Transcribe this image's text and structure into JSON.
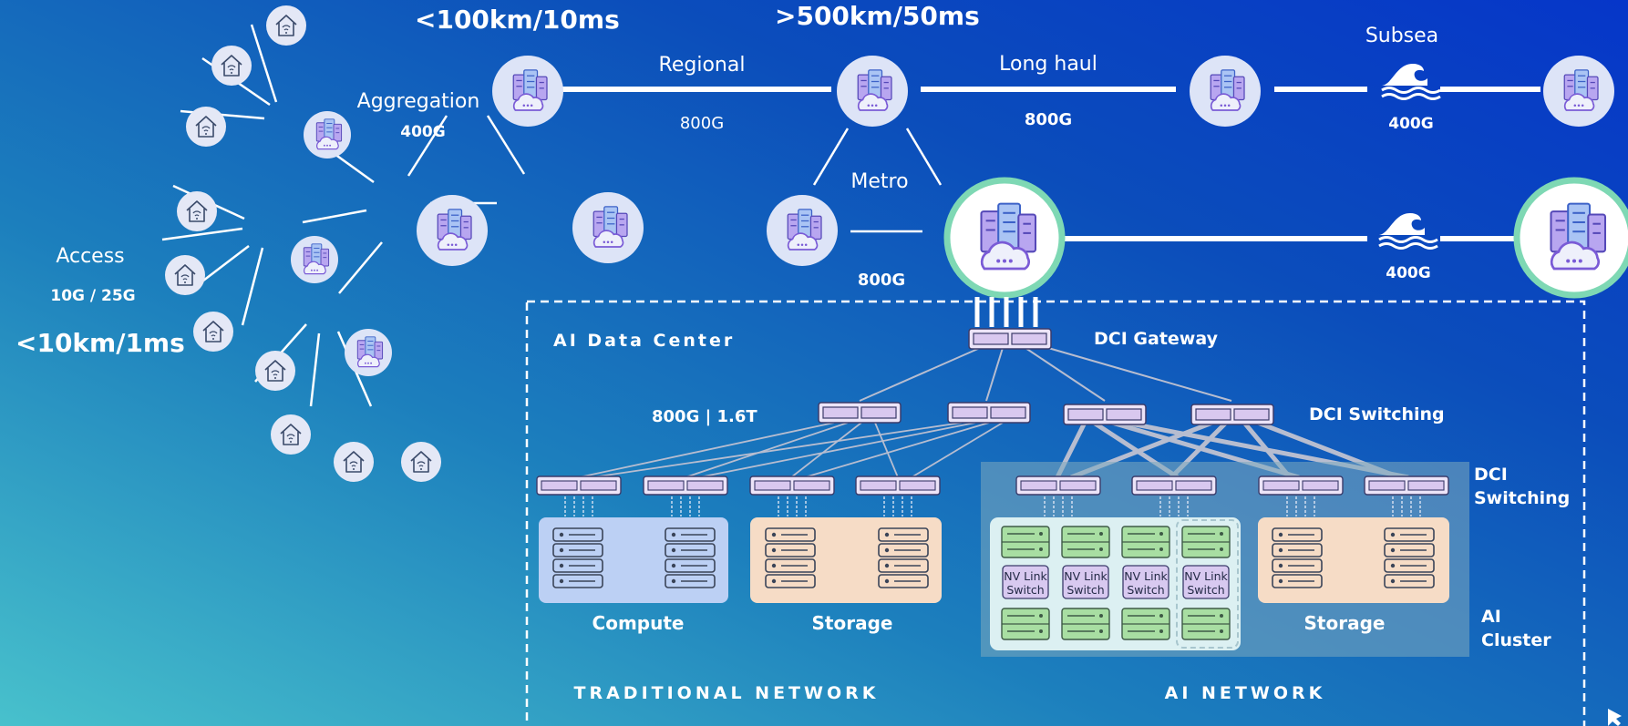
{
  "latency": {
    "access": "<10km/1ms",
    "regional": "<100km/10ms",
    "longhaul": ">500km/50ms"
  },
  "tiers": {
    "access": {
      "label": "Access",
      "speed": "10G / 25G"
    },
    "aggregation": {
      "label": "Aggregation",
      "speed": "400G"
    },
    "regional": {
      "label": "Regional",
      "speed": "800G"
    },
    "longhaul": {
      "label": "Long haul",
      "speed": "800G"
    },
    "subsea": {
      "label": "Subsea",
      "speed": "400G"
    },
    "metro": {
      "label": "Metro",
      "speed": "800G"
    },
    "subsea2": {
      "speed": "400G"
    }
  },
  "datacenter": {
    "title": "AI Data Center",
    "gateway_label": "DCI Gateway",
    "switching_label": "DCI Switching",
    "speed_label": "800G | 1.6T",
    "cluster_switching_label": [
      "DCI",
      "Switching"
    ],
    "ai_cluster_label": [
      "AI",
      "Cluster"
    ],
    "groups": {
      "compute": "Compute",
      "storage": "Storage",
      "ai_storage": "Storage"
    },
    "nvlink_label": [
      "NV Link",
      "Switch"
    ],
    "sections": {
      "traditional": "TRADITIONAL NETWORK",
      "ai": "AI NETWORK"
    }
  },
  "colors": {
    "bg_top": "#0a3fb5",
    "bg_bottom": "#3fb4c8",
    "node_fill": "#dde4f7",
    "node_ring": "#7ed8b4",
    "switch_fill": "#d9c8ef",
    "compute_bg": "#bcd0f4",
    "storage_bg": "#f6dcc6",
    "nvlink_bg": "#d8c9f0",
    "gpu_bg": "#9fd89a"
  }
}
